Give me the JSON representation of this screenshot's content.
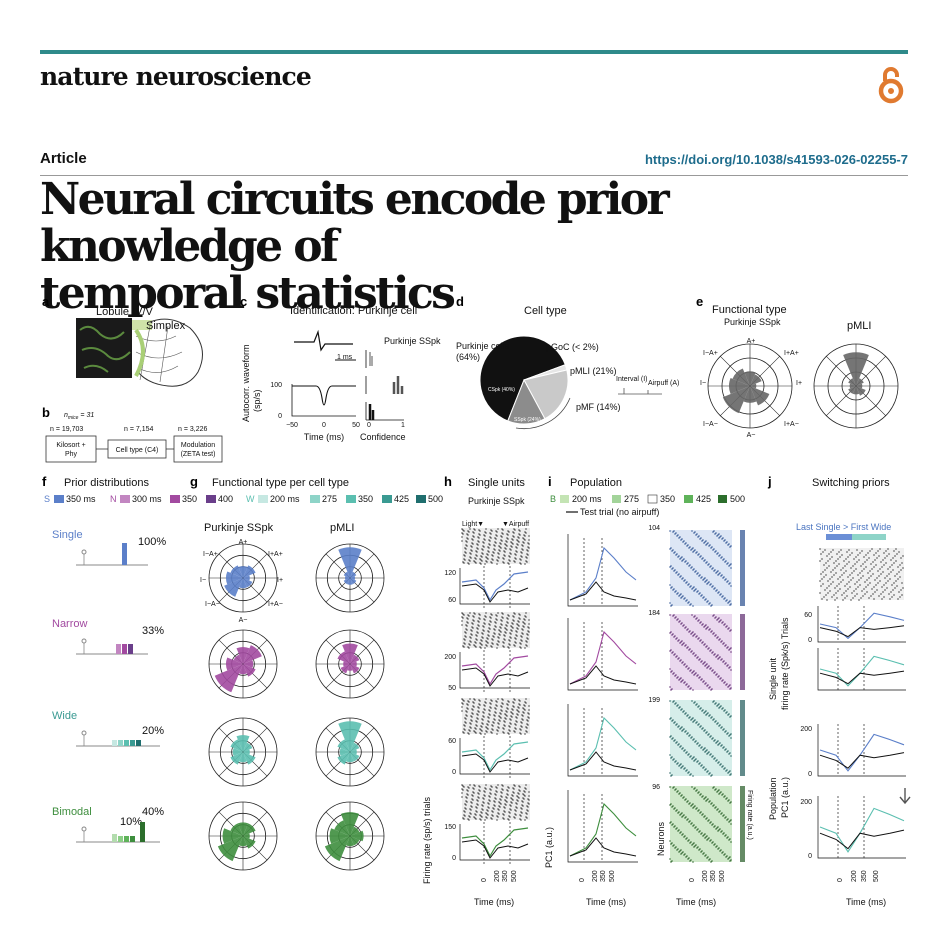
{
  "header": {
    "journal": "nature neuroscience",
    "section": "Article",
    "doi": "https://doi.org/10.1038/s41593-026-02255-7",
    "title_line1": "Neural circuits encode prior knowledge of",
    "title_line2": "temporal statistics"
  },
  "colors": {
    "accent": "#2e8a8a",
    "oa": "#e07a30",
    "blue": "#5b7fc9",
    "purple": "#a24aa0",
    "teal": "#5bbfb0",
    "green": "#3e8e3e"
  },
  "panel_a": {
    "label": "a",
    "region1": "Lobule IV/V",
    "region2": "Simplex"
  },
  "panel_b": {
    "label": "b",
    "n_mice": "n",
    "n_mice_sub": "mice",
    "n_mice_val": " = 31",
    "counts": [
      "n = 19,703",
      "n = 7,154",
      "n = 3,226"
    ],
    "steps": [
      "Kilosort +",
      "Phy",
      "Cell type (C4)",
      "Modulation",
      "(ZETA test)"
    ]
  },
  "panel_c": {
    "label": "c",
    "title": "Identification: Purkinje cell",
    "scale": "1 ms",
    "ylabel1": "Autocorr.  waveform",
    "ylabel2": "(sp/s)",
    "xlabel": "Time (ms)",
    "xticks": [
      "−50",
      "0",
      "50"
    ],
    "yticks": [
      "100",
      "0"
    ],
    "inset": "Purkinje SSpk",
    "conf": "Confidence",
    "conf_ticks": [
      "0",
      "1"
    ]
  },
  "panel_d": {
    "label": "d",
    "title": "Cell type",
    "slices": [
      {
        "name": "Purkinje cells",
        "sub": "(64%)",
        "value": 64,
        "color": "#111111"
      },
      {
        "name": "pGoC (< 2%)",
        "value": 2,
        "color": "#e6e6e6"
      },
      {
        "name": "pMLI (21%)",
        "value": 21,
        "color": "#c9c9c9"
      },
      {
        "name": "pMF (14%)",
        "value": 14,
        "color": "#8c8c8c"
      }
    ],
    "inner1": "CSpk (40%)",
    "inner2": "SSpk (24%)",
    "interval": "Interval (I)",
    "airpuff": "Airpuff (A)"
  },
  "panel_e": {
    "label": "e",
    "title": "Functional type",
    "sub1": "Purkinje SSpk",
    "sub2": "pMLI",
    "axes": [
      "A+",
      "I+A+",
      "I+",
      "I+A−",
      "A−",
      "I−A−",
      "I−",
      "I−A+"
    ]
  },
  "panel_f": {
    "label": "f",
    "title": "Prior distributions",
    "legend": [
      "S",
      "350 ms",
      "N",
      "300 ms",
      "350",
      "400",
      "W",
      "200 ms",
      "275",
      "350",
      "425",
      "500"
    ],
    "rows": [
      {
        "name": "Single",
        "pct": "100%"
      },
      {
        "name": "Narrow",
        "pct": "33%"
      },
      {
        "name": "Wide",
        "pct": "20%"
      },
      {
        "name": "Bimodal",
        "pct": "40%",
        "pct2": "10%"
      }
    ]
  },
  "panel_g": {
    "label": "g",
    "title": "Functional type per cell type",
    "col1": "Purkinje SSpk",
    "col2": "pMLI"
  },
  "panel_h": {
    "label": "h",
    "title": "Single units",
    "sub": "Purkinje SSpk",
    "light": "Light▼",
    "airpuff": "▼Airpuff",
    "yticks": [
      [
        "120",
        "60"
      ],
      [
        "200",
        "50"
      ],
      [
        "60",
        "0"
      ],
      [
        "150",
        "0"
      ]
    ],
    "ylabel": "Firing  rate (sp/s)  trials",
    "xlabel": "Time (ms)",
    "xticks": [
      "0",
      "200",
      "350",
      "500"
    ]
  },
  "panel_i": {
    "label": "i",
    "title": "Population",
    "legend": [
      "B",
      "200 ms",
      "275",
      "350",
      "425",
      "500",
      "Test trial (no airpuff)"
    ],
    "ylabel": "PC1 (a.u.)",
    "ylabel2": "Neurons",
    "ylabel3": "Firing rate (a.u.)",
    "xlabel": "Time (ms)",
    "neurons": [
      "104",
      "184",
      "199",
      "96"
    ],
    "xticks": [
      "0",
      "200",
      "350",
      "500"
    ]
  },
  "panel_j": {
    "label": "j",
    "title": "Switching priors",
    "legend": "Last Single > First Wide",
    "ylabel1": "Single unit",
    "ylabel2": "firing rate (Spk/s) Trials",
    "ylabel3": "Population",
    "ylabel4": "PC1 (a.u.)",
    "xlabel": "Time (ms)",
    "yticks1": [
      "60",
      "0"
    ],
    "yticks2": [
      "200",
      "0"
    ],
    "xticks": [
      "0",
      "200",
      "350",
      "500"
    ]
  }
}
